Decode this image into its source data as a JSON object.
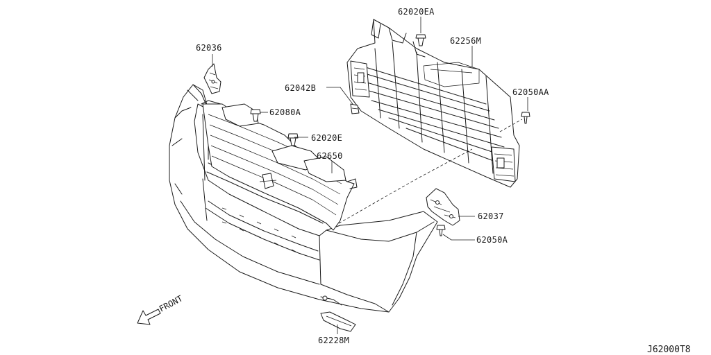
{
  "parts": {
    "p62020EA": "62020EA",
    "p62256M": "62256M",
    "p62036": "62036",
    "p62042B": "62042B",
    "p62050AA": "62050AA",
    "p62080A": "62080A",
    "p62020E": "62020E",
    "p62650": "62650",
    "p62037": "62037",
    "p62050A": "62050A",
    "p62228M": "62228M"
  },
  "front_label": "FRONT",
  "diagram_id": "J62000T8"
}
